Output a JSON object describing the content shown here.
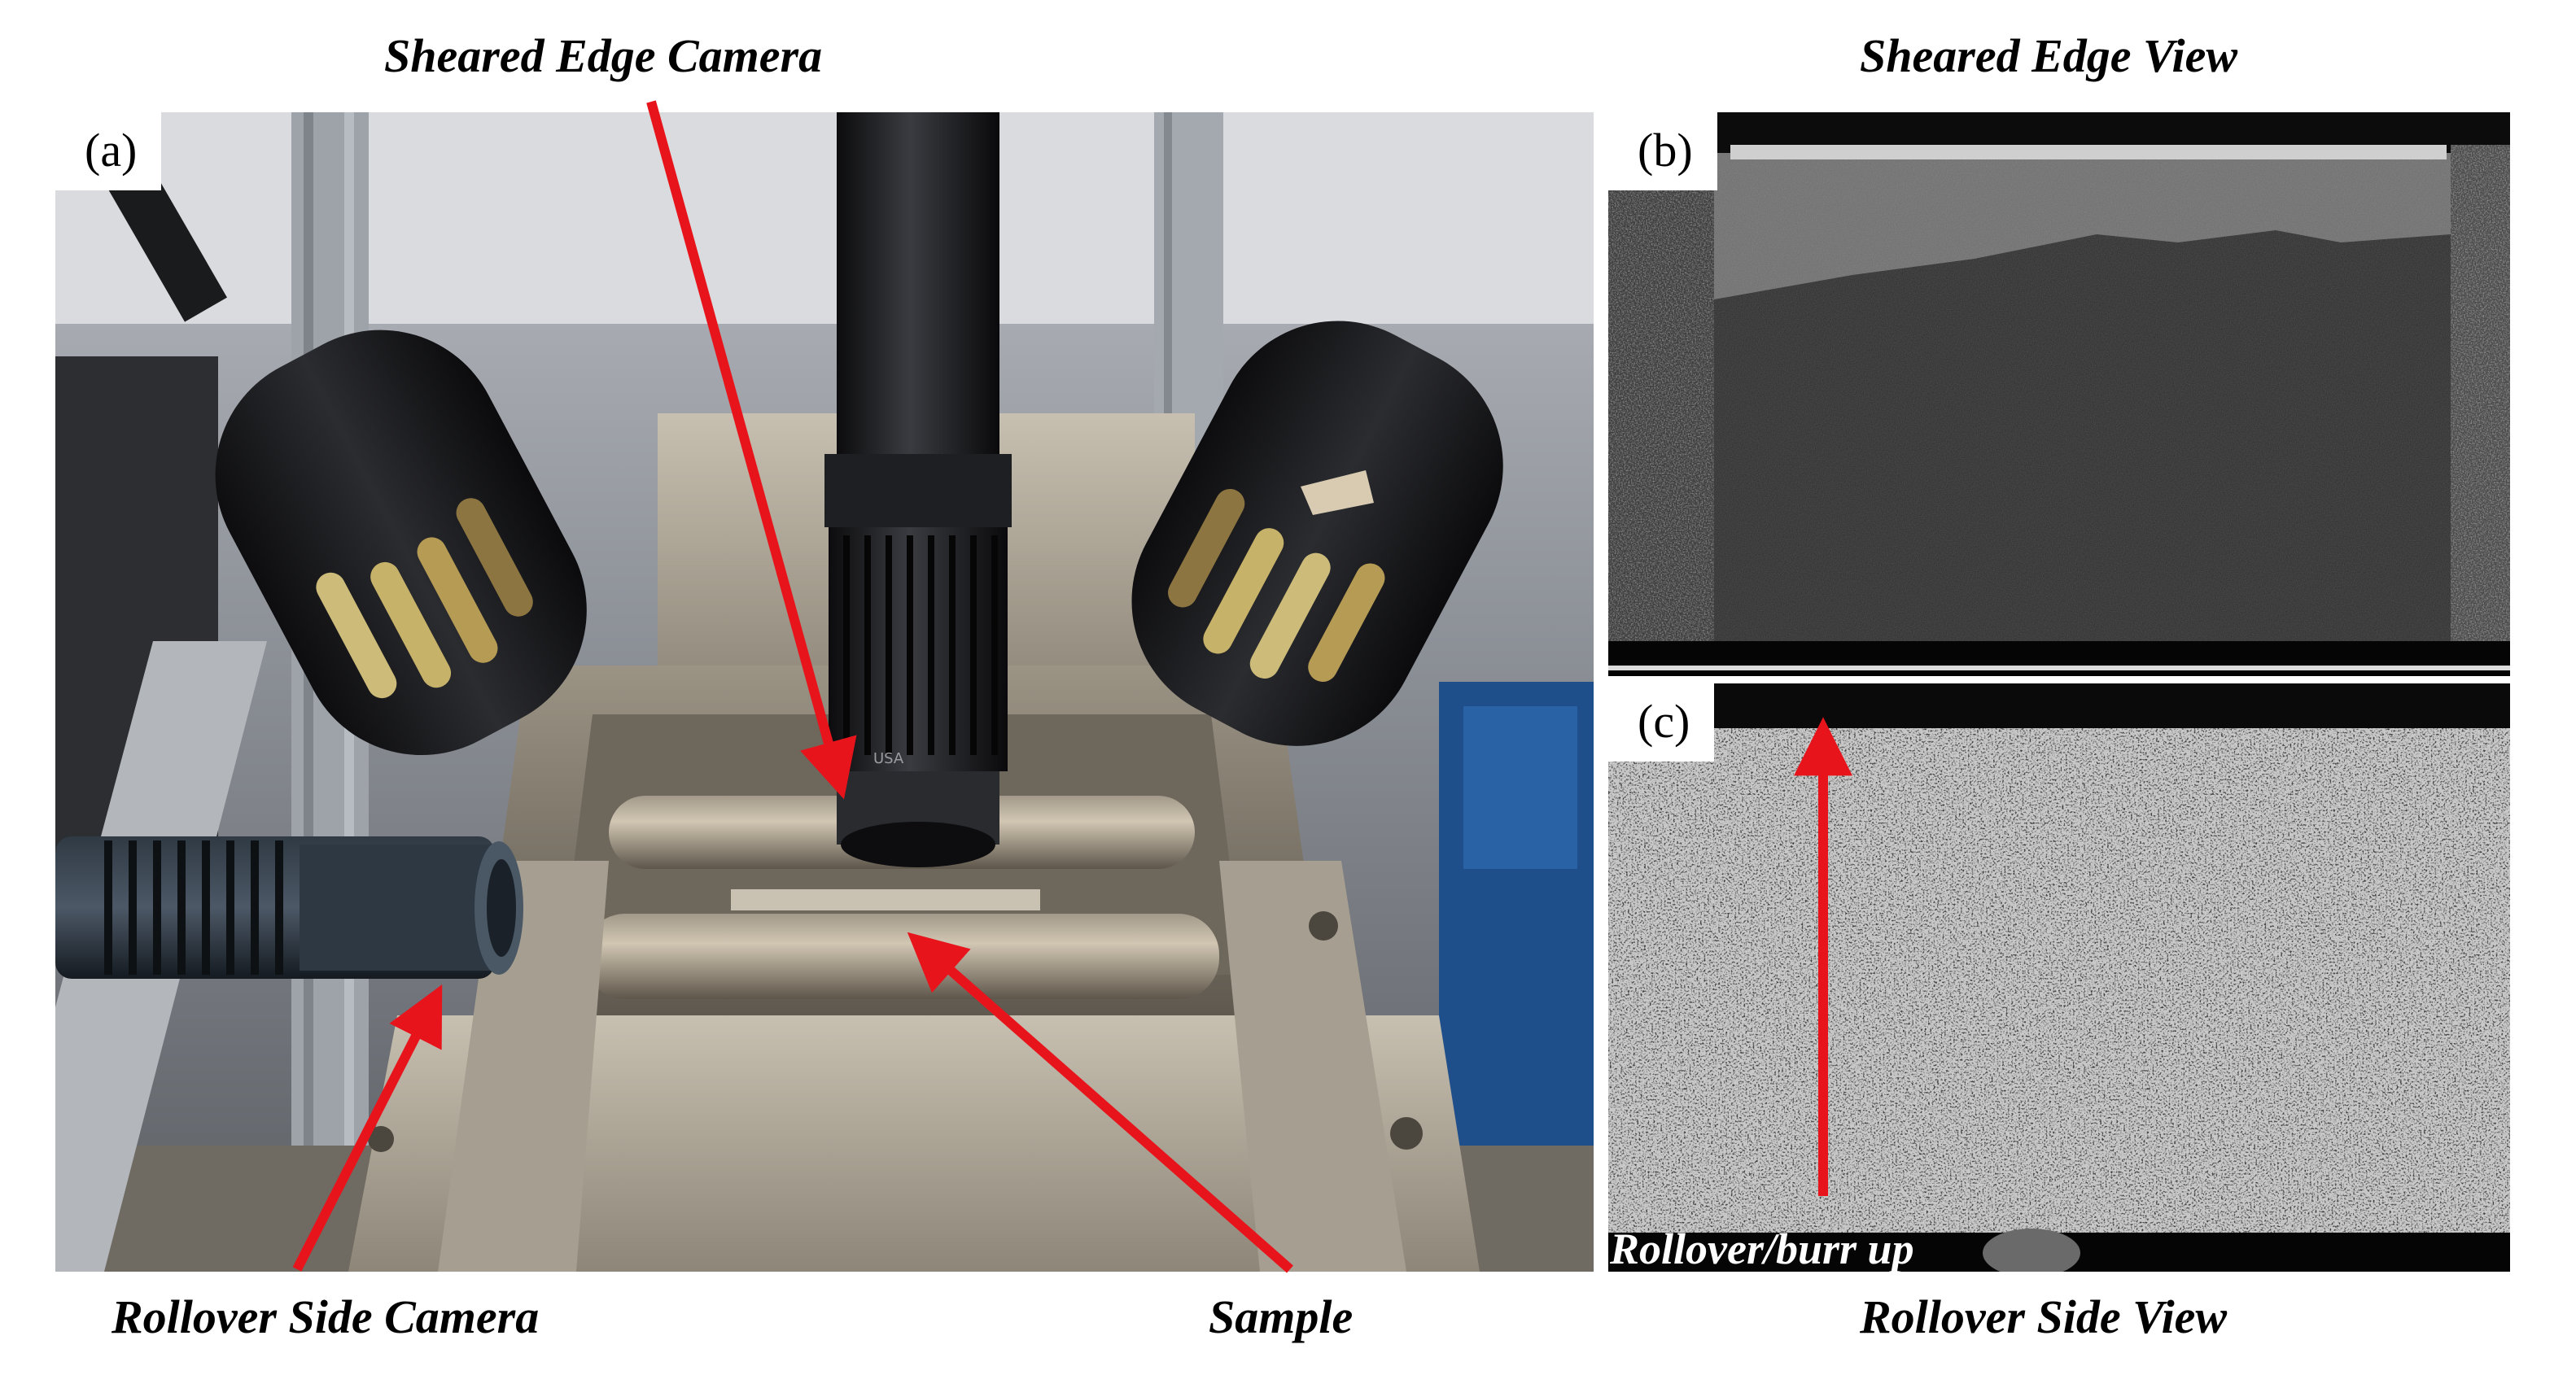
{
  "captions": {
    "top_left": "Sheared Edge Camera",
    "top_right": "Sheared Edge View",
    "bottom_left": "Rollover Side Camera",
    "bottom_middle": "Sample",
    "bottom_right": "Rollover Side View"
  },
  "panels": {
    "a": {
      "label": "(a)"
    },
    "b": {
      "label": "(b)"
    },
    "c": {
      "label": "(c)",
      "annotation": "Rollover/burr up"
    }
  },
  "colors": {
    "arrow": "#e8141c",
    "background": "#ffffff",
    "caption_text": "#000000"
  }
}
